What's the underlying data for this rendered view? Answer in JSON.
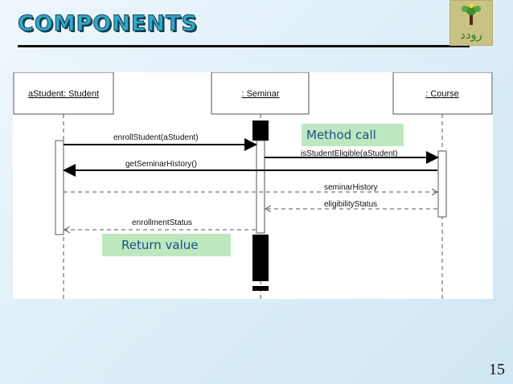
{
  "header": {
    "title": "COMPONENTS",
    "logo_text": "رودد"
  },
  "diagram": {
    "lifelines": [
      {
        "id": "student",
        "label": "aStudent: Student"
      },
      {
        "id": "seminar",
        "label": ": Seminar"
      },
      {
        "id": "course",
        "label": ": Course"
      }
    ],
    "messages": [
      {
        "label": "enrollStudent(aStudent)",
        "from": "student",
        "to": "seminar",
        "kind": "call"
      },
      {
        "label": "isStudentEligible(aStudent)",
        "from": "seminar",
        "to": "course",
        "kind": "call"
      },
      {
        "label": "getSeminarHistory()",
        "from": "course",
        "to": "student",
        "kind": "call"
      },
      {
        "label": "seminarHistory",
        "from": "student",
        "to": "course",
        "kind": "return"
      },
      {
        "label": "eligibilityStatus",
        "from": "course",
        "to": "seminar",
        "kind": "return"
      },
      {
        "label": "enrollmentStatus",
        "from": "seminar",
        "to": "student",
        "kind": "return"
      }
    ]
  },
  "callouts": {
    "method_call": "Method call",
    "return_value": "Return value"
  },
  "footer": {
    "page_number": "15"
  },
  "colors": {
    "title": "#33a7c9",
    "callout_bg": "#bde8bf",
    "callout_text": "#1d4f8a"
  }
}
